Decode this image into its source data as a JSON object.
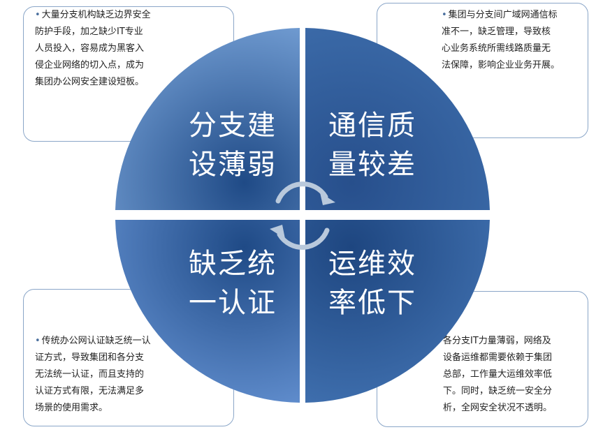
{
  "colors": {
    "quadrant_light": "#5d8ac4",
    "quadrant_dark": "#2a538f",
    "callout_border": "#8aa6c8",
    "arrow": "#b9c9dc"
  },
  "quadrants": {
    "top_left": {
      "line1": "分支建",
      "line2": "设薄弱"
    },
    "top_right": {
      "line1": "通信质",
      "line2": "量较差"
    },
    "bottom_left": {
      "line1": "缺乏统",
      "line2": "一认证"
    },
    "bottom_right": {
      "line1": "运维效",
      "line2": "率低下"
    }
  },
  "callouts": {
    "bullet": "•",
    "top_left": [
      "大量分支机构缺乏边界安全",
      "防护手段，加之缺少IT专业",
      "人员投入，容易成为黑客入",
      "侵企业网络的切入点，成为",
      "集团办公网安全建设短板。"
    ],
    "top_right": [
      "集团与分支间广域网通信标",
      "准不一，缺乏管理，导致核",
      "心业务系统所需线路质量无",
      "法保障，影响企业业务开展。"
    ],
    "bottom_left": [
      "传统办公网认证缺乏统一认",
      "证方式，导致集团和各分支",
      "无法统一认证，而且支持的",
      "认证方式有限，无法满足多",
      "场景的使用需求。"
    ],
    "bottom_right": [
      "各分支IT力量薄弱，网络及",
      "设备运维都需要依赖于集团",
      "总部，工作量大运维效率低",
      "下。同时，缺乏统一安全分",
      "析，全网安全状况不透明。"
    ]
  },
  "icons": {
    "cycle": "circular-arrows-icon"
  }
}
